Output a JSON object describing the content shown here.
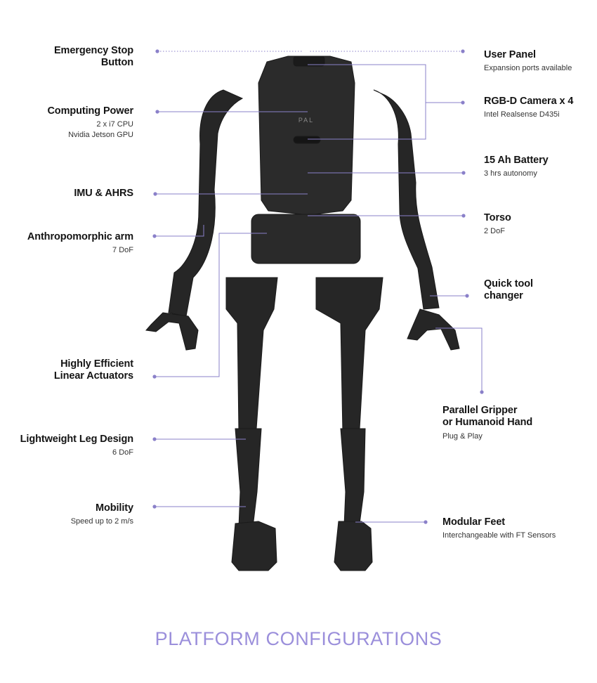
{
  "footer": {
    "title": "PLATFORM CONFIGURATIONS"
  },
  "theme": {
    "accent": "#9b8fdb",
    "line": "#8a80c9",
    "robot_dark": "#262626",
    "robot_mid": "#333333"
  },
  "robot": {
    "chest_logo": "PAL"
  },
  "callouts": [
    {
      "id": "emergency-stop",
      "side": "left",
      "title": [
        "Emergency Stop",
        "Button"
      ],
      "sub": []
    },
    {
      "id": "computing-power",
      "side": "left",
      "title": [
        "Computing Power"
      ],
      "sub": [
        "2 x i7 CPU",
        "Nvidia Jetson GPU"
      ]
    },
    {
      "id": "imu-ahrs",
      "side": "left",
      "title": [
        "IMU & AHRS"
      ],
      "sub": []
    },
    {
      "id": "arm",
      "side": "left",
      "title": [
        "Anthropomorphic arm"
      ],
      "sub": [
        "7 DoF"
      ]
    },
    {
      "id": "actuators",
      "side": "left",
      "title": [
        "Highly Efficient",
        "Linear Actuators"
      ],
      "sub": []
    },
    {
      "id": "leg-design",
      "side": "left",
      "title": [
        "Lightweight Leg Design"
      ],
      "sub": [
        "6 DoF"
      ]
    },
    {
      "id": "mobility",
      "side": "left",
      "title": [
        "Mobility"
      ],
      "sub": [
        "Speed up to 2 m/s"
      ]
    },
    {
      "id": "user-panel",
      "side": "right",
      "title": [
        "User Panel"
      ],
      "sub": [
        "Expansion ports available"
      ]
    },
    {
      "id": "camera",
      "side": "right",
      "title": [
        "RGB-D Camera x 4"
      ],
      "sub": [
        "Intel Realsense D435i"
      ]
    },
    {
      "id": "battery",
      "side": "right",
      "title": [
        "15 Ah Battery"
      ],
      "sub": [
        "3 hrs autonomy"
      ]
    },
    {
      "id": "torso",
      "side": "right",
      "title": [
        "Torso"
      ],
      "sub": [
        "2 DoF"
      ]
    },
    {
      "id": "tool-changer",
      "side": "right",
      "title": [
        "Quick tool",
        "changer"
      ],
      "sub": []
    },
    {
      "id": "gripper",
      "side": "right",
      "title": [
        "Parallel Gripper",
        "or Humanoid Hand"
      ],
      "sub": [
        "Plug & Play"
      ]
    },
    {
      "id": "modular-feet",
      "side": "right",
      "title": [
        "Modular Feet"
      ],
      "sub": [
        "Interchangeable with FT Sensors"
      ]
    }
  ]
}
